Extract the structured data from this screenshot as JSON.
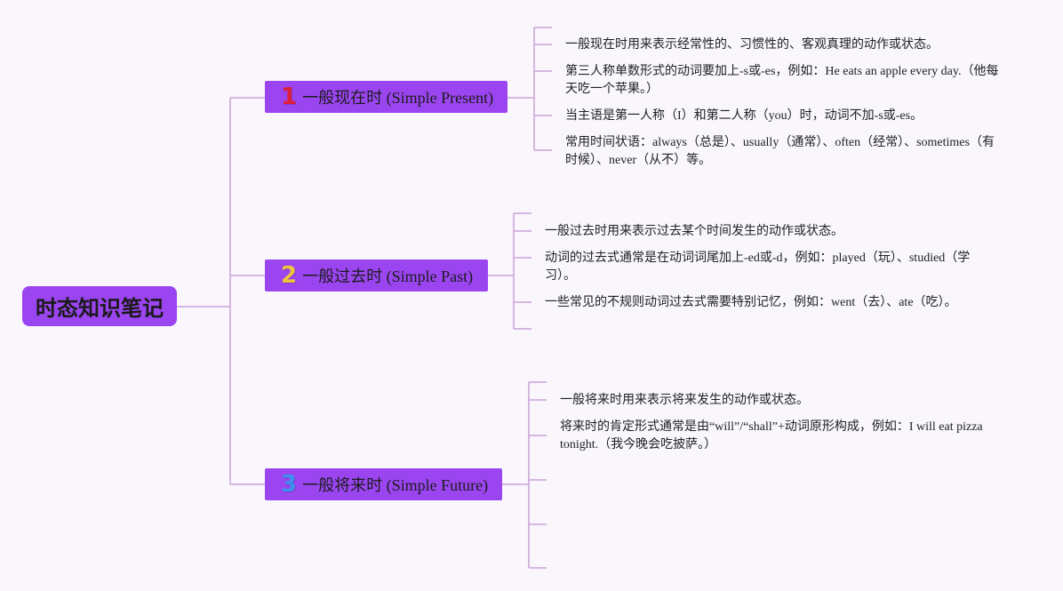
{
  "root": {
    "title": "时态知识笔记"
  },
  "colors": {
    "node_fill": "#9b45f0",
    "connector": "#c9a2d6",
    "number_1": "#e0203a",
    "number_2": "#f0c33c",
    "number_3": "#3d8ff0"
  },
  "branches": [
    {
      "number": "1",
      "label": "一般现在时 (Simple Present)",
      "notes": [
        "一般现在时用来表示经常性的、习惯性的、客观真理的动作或状态。",
        "第三人称单数形式的动词要加上-s或-es，例如：He eats an apple every day.（他每天吃一个苹果。）",
        "当主语是第一人称（I）和第二人称（you）时，动词不加-s或-es。",
        "常用时间状语：always（总是）、usually（通常）、often（经常）、sometimes（有时候）、never（从不）等。"
      ]
    },
    {
      "number": "2",
      "label": "一般过去时 (Simple Past)",
      "notes": [
        "一般过去时用来表示过去某个时间发生的动作或状态。",
        "动词的过去式通常是在动词词尾加上-ed或-d，例如：played（玩）、studied（学习）。",
        "一些常见的不规则动词过去式需要特别记忆，例如：went（去）、ate（吃）。"
      ]
    },
    {
      "number": "3",
      "label": "一般将来时 (Simple Future)",
      "notes": [
        "一般将来时用来表示将来发生的动作或状态。",
        "将来时的肯定形式通常是由“will”/“shall”+动词原形构成，例如：I will eat pizza tonight.（我今晚会吃披萨。）"
      ]
    }
  ]
}
